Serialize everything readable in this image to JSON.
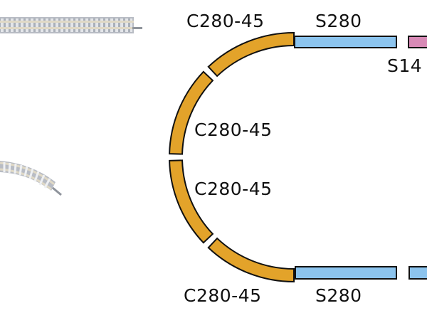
{
  "diagram": {
    "title": "Track layout plan",
    "colors": {
      "curve_fill": "#e3a32a",
      "straight_long_fill": "#8cc4ee",
      "straight_short_fill": "#d88ab6",
      "outline": "#111111",
      "track_photo_ballast": "#b9bcc3",
      "track_photo_rail": "#d9d2c0"
    },
    "pieces": [
      {
        "id": "curve-1",
        "type": "curve",
        "label": "C280-45",
        "radius_mm": 280,
        "angle_deg": 45
      },
      {
        "id": "curve-2",
        "type": "curve",
        "label": "C280-45",
        "radius_mm": 280,
        "angle_deg": 45
      },
      {
        "id": "curve-3",
        "type": "curve",
        "label": "C280-45",
        "radius_mm": 280,
        "angle_deg": 45
      },
      {
        "id": "curve-4",
        "type": "curve",
        "label": "C280-45",
        "radius_mm": 280,
        "angle_deg": 45
      },
      {
        "id": "straight-top-1",
        "type": "straight",
        "label": "S280",
        "length_mm": 280
      },
      {
        "id": "straight-top-2",
        "type": "straight",
        "label": "S14",
        "length_mm": 140
      },
      {
        "id": "straight-bottom-1",
        "type": "straight",
        "label": "S280",
        "length_mm": 280
      },
      {
        "id": "straight-bottom-2",
        "type": "straight",
        "label": "",
        "length_mm": 280
      }
    ],
    "labels": {
      "curve_top": "C280-45",
      "curve_mid_upper": "C280-45",
      "curve_mid_lower": "C280-45",
      "curve_bottom": "C280-45",
      "straight_top": "S280",
      "straight_top_short": "S14",
      "straight_bottom": "S280"
    },
    "photos": {
      "straight_track": "straight-track-photo",
      "curved_track": "curved-track-photo"
    }
  }
}
